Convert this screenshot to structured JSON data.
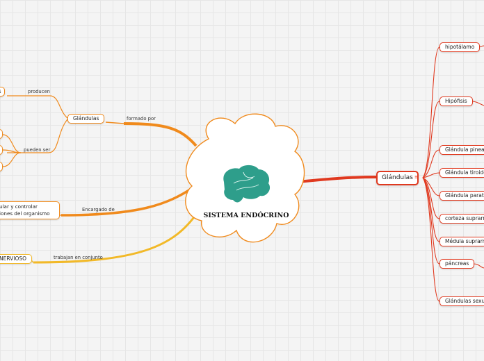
{
  "central_topic": "SISTEMA ENDÓCRINO",
  "right_branch": {
    "label": "Glándulas",
    "children": [
      {
        "label": "hipotálamo"
      },
      {
        "label": "Hipófisis"
      },
      {
        "label": "Glándula pineal"
      },
      {
        "label": "Glándula tiroides"
      },
      {
        "label": "Glándula paratiroides"
      },
      {
        "label": "corteza suprarrenal"
      },
      {
        "label": "Médula suprarrenal"
      },
      {
        "label": "páncreas"
      },
      {
        "label": "Glándulas sexuales"
      }
    ]
  },
  "left_branches": {
    "glands": {
      "connector": "formado por",
      "label": "Glándulas",
      "produce_connector": "producen",
      "produce_node": "as",
      "types_connector": "pueden ser"
    },
    "function": {
      "connector": "Encargado de",
      "lines": [
        "ular y controlar",
        "iones del organismo"
      ]
    },
    "nervous": {
      "connector": "trabajan en conjunto",
      "label": "NERVIOSO"
    }
  },
  "colors": {
    "red": "#e0391f",
    "orange": "#f08a1c",
    "yellow": "#f2b928",
    "brain": "#2e9e8b",
    "cloud_border": "#f08a1c",
    "background": "#f4f4f4"
  },
  "icons": {
    "center": "brain-icon"
  }
}
